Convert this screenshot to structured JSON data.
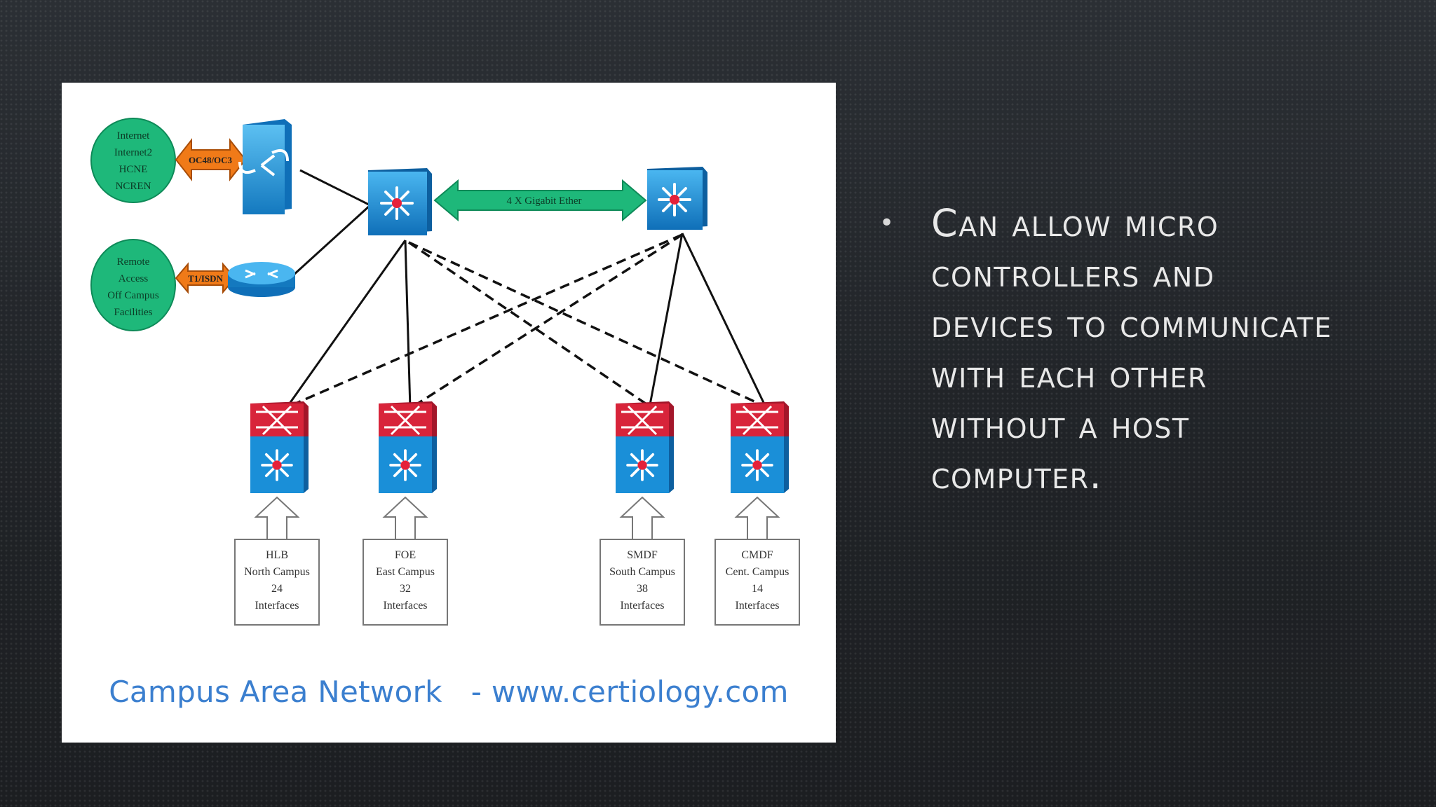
{
  "diagram": {
    "internet_cloud": [
      "Internet",
      "Internet2",
      "HCNE",
      "NCREN"
    ],
    "remote_cloud": [
      "Remote",
      "Access",
      "Off Campus",
      "Facilities"
    ],
    "link_top": "OC48/OC3",
    "link_bottom": "T1/ISDN",
    "core_link": "4 X Gigabit Ether",
    "buildings": [
      {
        "name": "HLB",
        "campus": "North Campus",
        "count": "24",
        "unit": "Interfaces"
      },
      {
        "name": "FOE",
        "campus": "East Campus",
        "count": "32",
        "unit": "Interfaces"
      },
      {
        "name": "SMDF",
        "campus": "South Campus",
        "count": "38",
        "unit": "Interfaces"
      },
      {
        "name": "CMDF",
        "campus": "Cent. Campus",
        "count": "14",
        "unit": "Interfaces"
      }
    ],
    "caption_left": "Campus Area Network",
    "caption_right": "- www.certiology.com"
  },
  "bullet": {
    "text": "Can allow micro controllers and devices to communicate with each other without a host computer."
  },
  "colors": {
    "cloud_green": "#1eb87a",
    "switch_blue": "#1a8fd8",
    "distribution_red": "#d8243a",
    "arrow_orange": "#f07a18",
    "caption_blue": "#3b7fcf"
  }
}
